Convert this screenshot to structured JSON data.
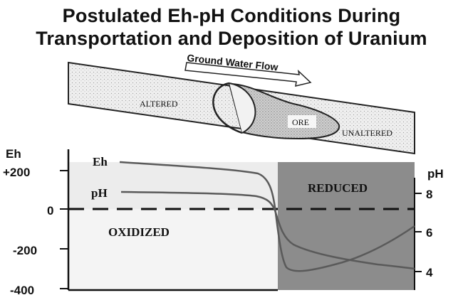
{
  "title": {
    "line1": "Postulated Eh-pH Conditions During",
    "line2": "Transportation and Deposition of Uranium"
  },
  "cross_section": {
    "flow_label": "Ground Water Flow",
    "zone_altered": "ALTERED",
    "zone_ore": "ORE",
    "zone_unaltered": "UNALTERED"
  },
  "chart": {
    "left_axis_title": "Eh",
    "right_axis_title": "pH",
    "eh_ticks": [
      "+200",
      "0",
      "-200",
      "-400"
    ],
    "ph_ticks": [
      "8",
      "6",
      "4"
    ],
    "curve_label_eh": "Eh",
    "curve_label_ph": "pH",
    "zone_oxidized": "OXIDIZED",
    "zone_reduced": "REDUCED"
  },
  "colors": {
    "reduced_fill": "#8c8c8c",
    "oxidized_fill": "#f4f4f4",
    "band_fill": "#ececec",
    "ore_fill": "#cfcfcf",
    "curve": "#5a5a5a",
    "ink": "#111111"
  }
}
